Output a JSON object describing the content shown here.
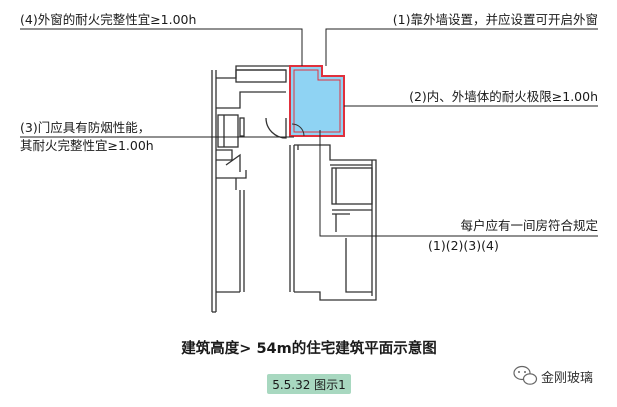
{
  "notes": {
    "n1": "(4)外窗的耐火完整性宜≥1.00h",
    "n2": "(1)靠外墙设置，并应设置可开启外窗",
    "n3": "(2)内、外墙体的耐火极限≥1.00h",
    "n4_line1": "(3)门应具有防烟性能，",
    "n4_line2": "其耐火完整性宜≥1.00h",
    "n5_line1": "每户应有一间房符合规定",
    "n5_line2": "(1)(2)(3)(4)"
  },
  "caption": {
    "title": "建筑高度> 54m的住宅建筑平面示意图",
    "figure_no": "5.5.32 图示1"
  },
  "watermark": {
    "text": "金刚玻璃",
    "icon": "wechat-icon"
  },
  "colors": {
    "room_fill": "#8fd3f3",
    "room_border": "#e0303c",
    "label_bg": "#a8d8c0"
  }
}
